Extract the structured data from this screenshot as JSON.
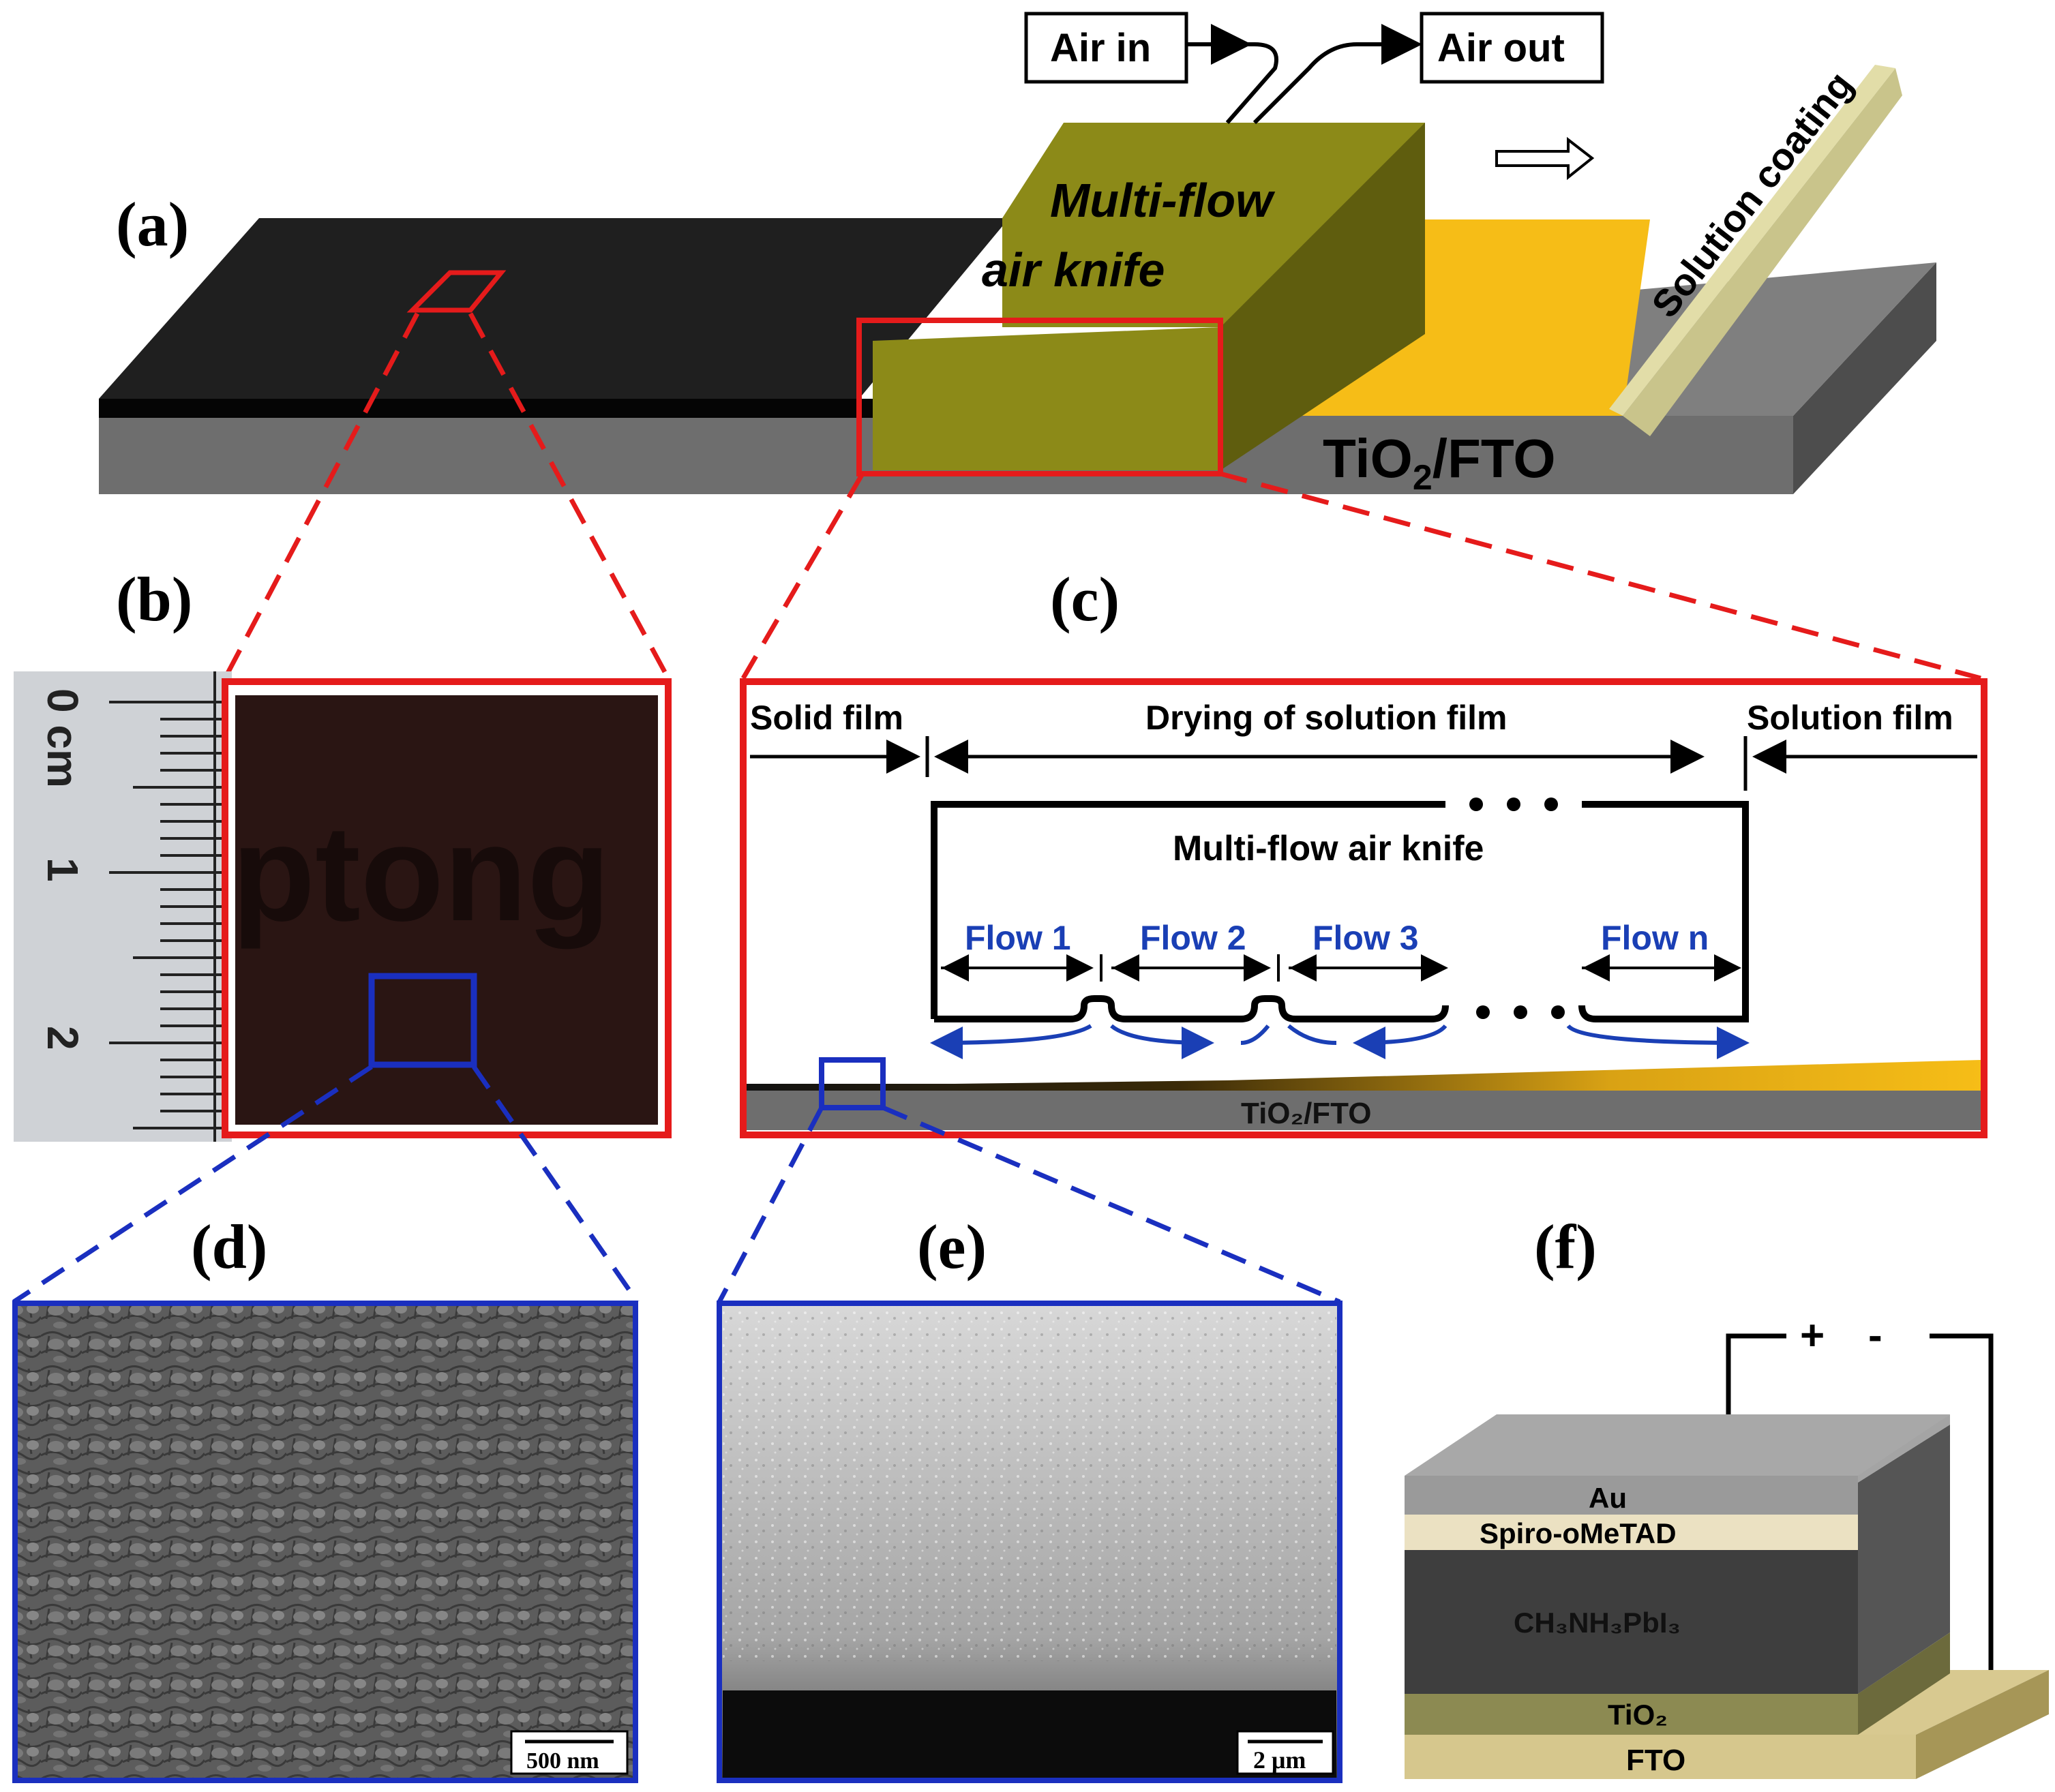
{
  "panels": {
    "a": "(a)",
    "b": "(b)",
    "c": "(c)",
    "d": "(d)",
    "e": "(e)",
    "f": "(f)"
  },
  "panel_a": {
    "air_in": "Air in",
    "air_out": "Air out",
    "knife_line1": "Multi-flow",
    "knife_line2": "air knife",
    "coater": "Solution coating",
    "substrate": "TiO",
    "substrate_sub": "2",
    "substrate_rest": "/FTO"
  },
  "panel_b": {
    "ruler_unit": "0 cm",
    "ruler_ticks": [
      "1",
      "2"
    ],
    "photo_text": "ptong"
  },
  "panel_c": {
    "solid_film": "Solid film",
    "drying": "Drying of solution film",
    "solution_film": "Solution film",
    "knife": "Multi-flow air knife",
    "flows": [
      "Flow 1",
      "Flow 2",
      "Flow 3",
      "Flow n"
    ],
    "substrate": "TiO₂/FTO"
  },
  "panel_d": {
    "scale_bar": "500 nm"
  },
  "panel_e": {
    "scale_bar": "2 μm"
  },
  "panel_f": {
    "plus": "+",
    "minus": "-",
    "layers": [
      "Au",
      "Spiro-oMeTAD",
      "CH₃NH₃PbI₃",
      "TiO₂",
      "FTO"
    ]
  },
  "colors": {
    "film_black": "#1f1f1f",
    "substrate_gray": "#6e6e6e",
    "knife_olive": "#8c8a18",
    "solution_yellow": "#f6bd17",
    "outline_red": "#e51b1b",
    "zoom_blue": "#1a2fbf",
    "flow_blue": "#1a3fb5"
  }
}
